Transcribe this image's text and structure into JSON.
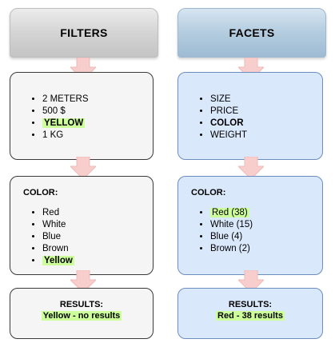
{
  "left": {
    "header": "FILTERS",
    "filters": [
      "2 METERS",
      "500 $",
      "YELLOW",
      "1 KG"
    ],
    "color_title": "COLOR:",
    "colors": [
      "Red",
      "White",
      "Blue",
      "Brown",
      "Yellow"
    ],
    "results_title": "RESULTS:",
    "results_value": "Yellow - no results"
  },
  "right": {
    "header": "FACETS",
    "facets": [
      "SIZE",
      "PRICE",
      "COLOR",
      "WEIGHT"
    ],
    "color_title": "COLOR:",
    "colors": [
      "Red (38)",
      "White (15)",
      "Blue (4)",
      "Brown (2)"
    ],
    "results_title": "RESULTS:",
    "results_value": "Red - 38 results"
  },
  "colors": {
    "highlight": "#ccff99",
    "arrow": "#f8cecc",
    "blue_fill": "#dae8fc",
    "grey_fill": "#f5f5f5"
  }
}
